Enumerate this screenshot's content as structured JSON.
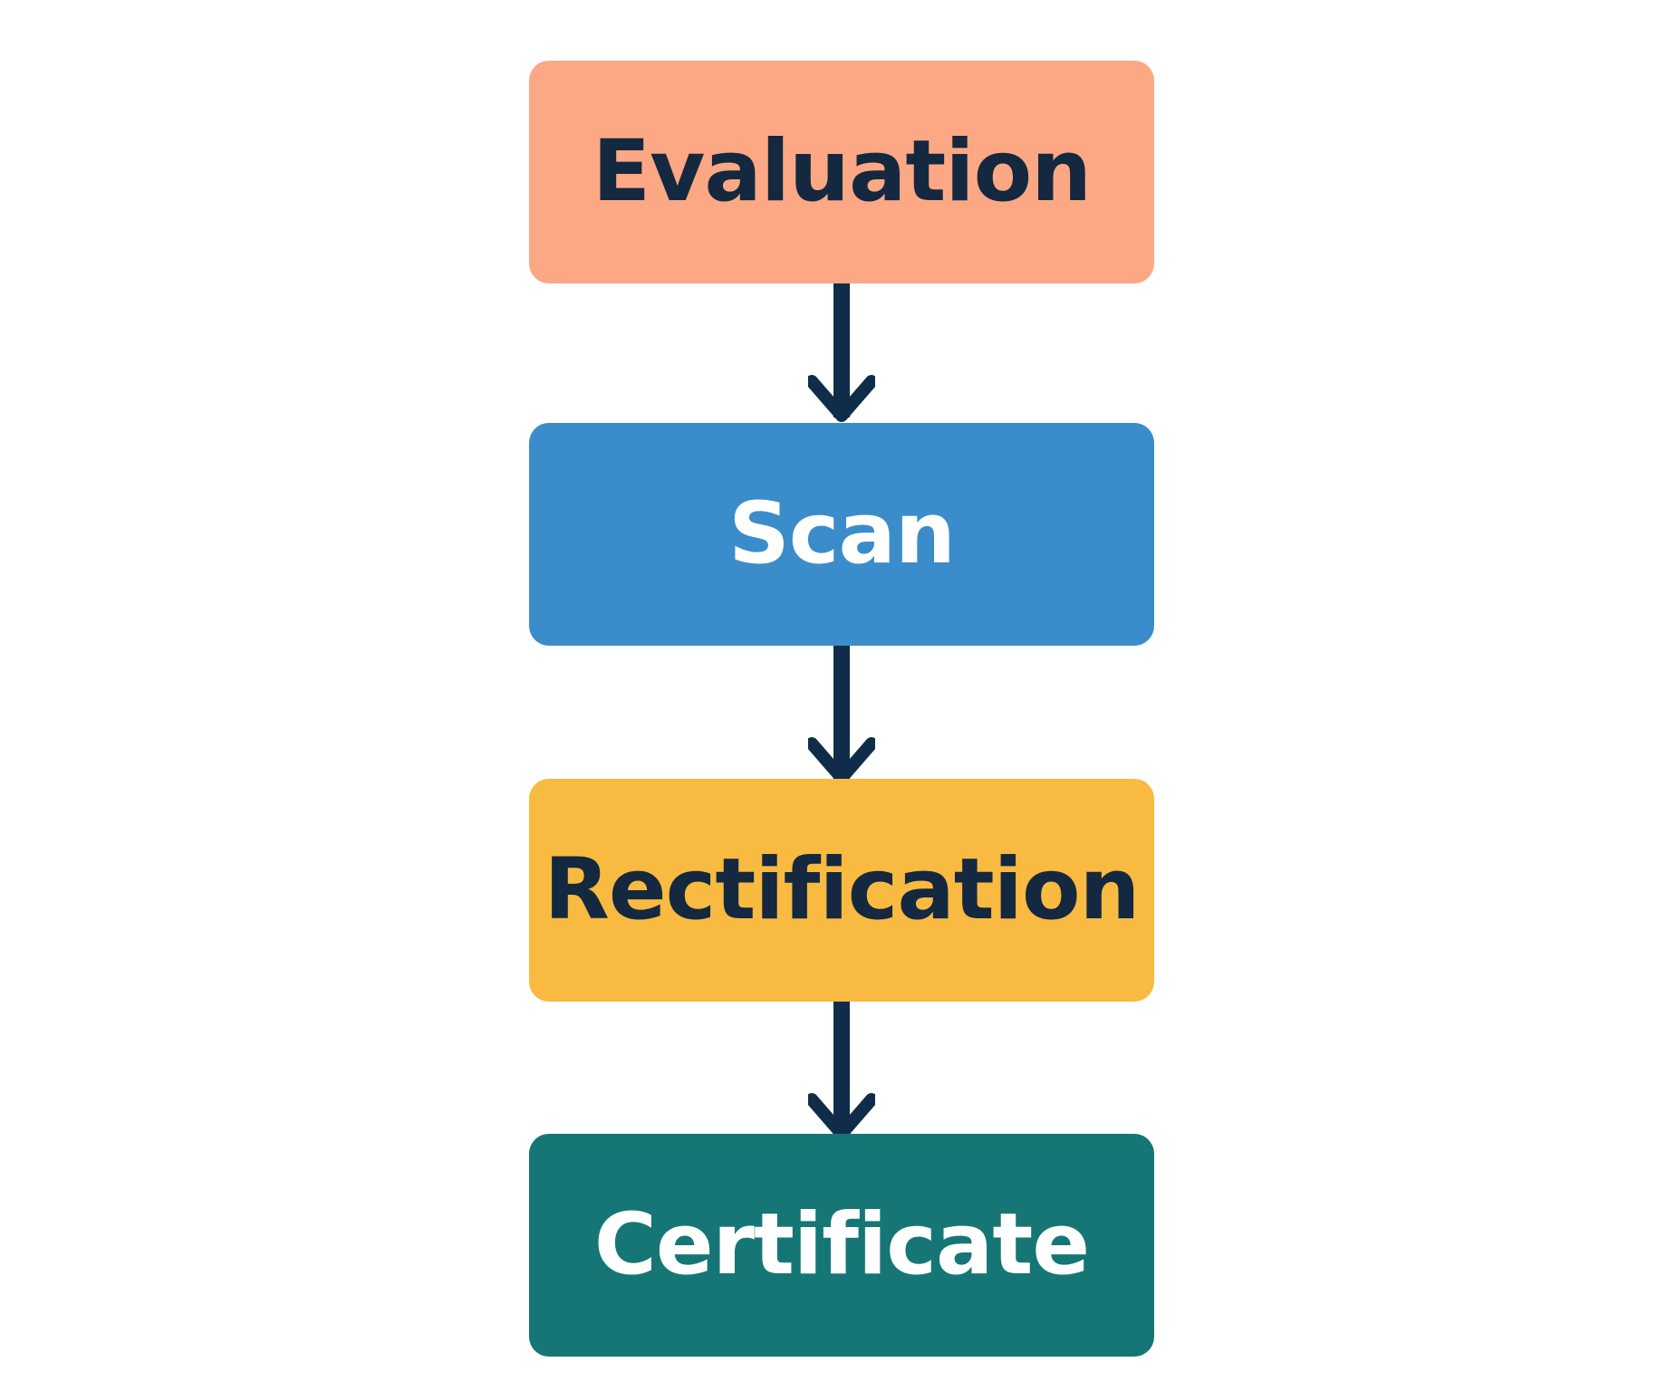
{
  "colors": {
    "arrow": "#0f2d4a",
    "dark_text": "#14283f",
    "light_text": "#ffffff"
  },
  "steps": [
    {
      "label": "Evaluation",
      "fill": "#fca884",
      "text_color": "#14283f"
    },
    {
      "label": "Scan",
      "fill": "#3a8dca",
      "text_color": "#ffffff"
    },
    {
      "label": "Rectification",
      "fill": "#f8ba41",
      "text_color": "#14283f"
    },
    {
      "label": "Certificate",
      "fill": "#167676",
      "text_color": "#ffffff"
    }
  ]
}
